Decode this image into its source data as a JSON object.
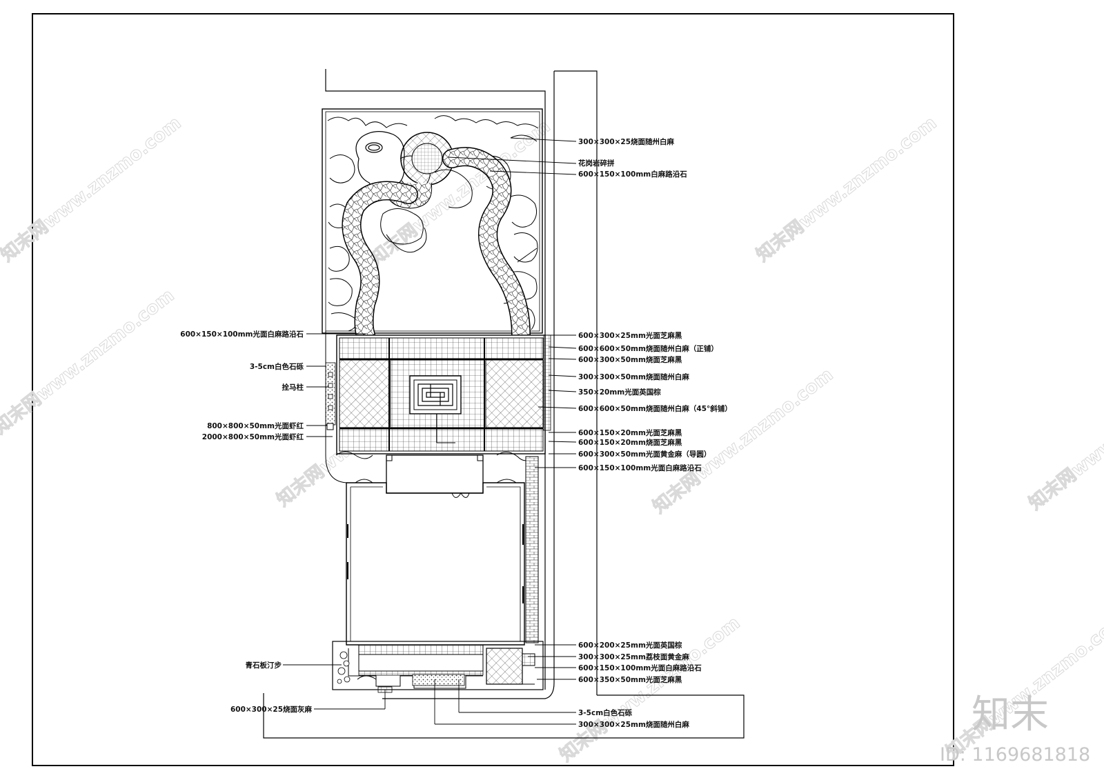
{
  "labels_right": [
    "300×300×25烧面随州白麻",
    "花岗岩碎拼",
    "600×150×100mm白麻路沿石",
    "600×300×25mm光面芝麻黑",
    "600×600×50mm烧面随州白麻（正铺）",
    "600×300×50mm烧面芝麻黑",
    "300×300×50mm烧面随州白麻",
    "350×20mm光面英国棕",
    "600×600×50mm烧面随州白麻（45°斜铺）",
    "600×150×20mm光面芝麻黑",
    "600×150×20mm烧面芝麻黑",
    "600×300×50mm光面黄金麻（导圆）",
    "600×150×100mm光面白麻路沿石",
    "600×200×25mm光面英国棕",
    "300×300×25mm荔枝面黄金麻",
    "600×150×100mm光面白麻路沿石",
    "600×350×50mm光面芝麻黑"
  ],
  "labels_left": [
    "600×150×100mm光面白麻路沿石",
    "3-5cm白色石砾",
    "拴马柱",
    "800×800×50mm光面虾红",
    "2000×800×50mm光面虾红",
    "青石板汀步"
  ],
  "labels_bottom": [
    "600×300×25烧面灰麻",
    "3-5cm白色石砾",
    "300×300×25mm烧面随州白麻"
  ],
  "watermark": {
    "text": "知末网www.znzmo.com",
    "brand": "知末",
    "id": "ID: 1169681818"
  }
}
